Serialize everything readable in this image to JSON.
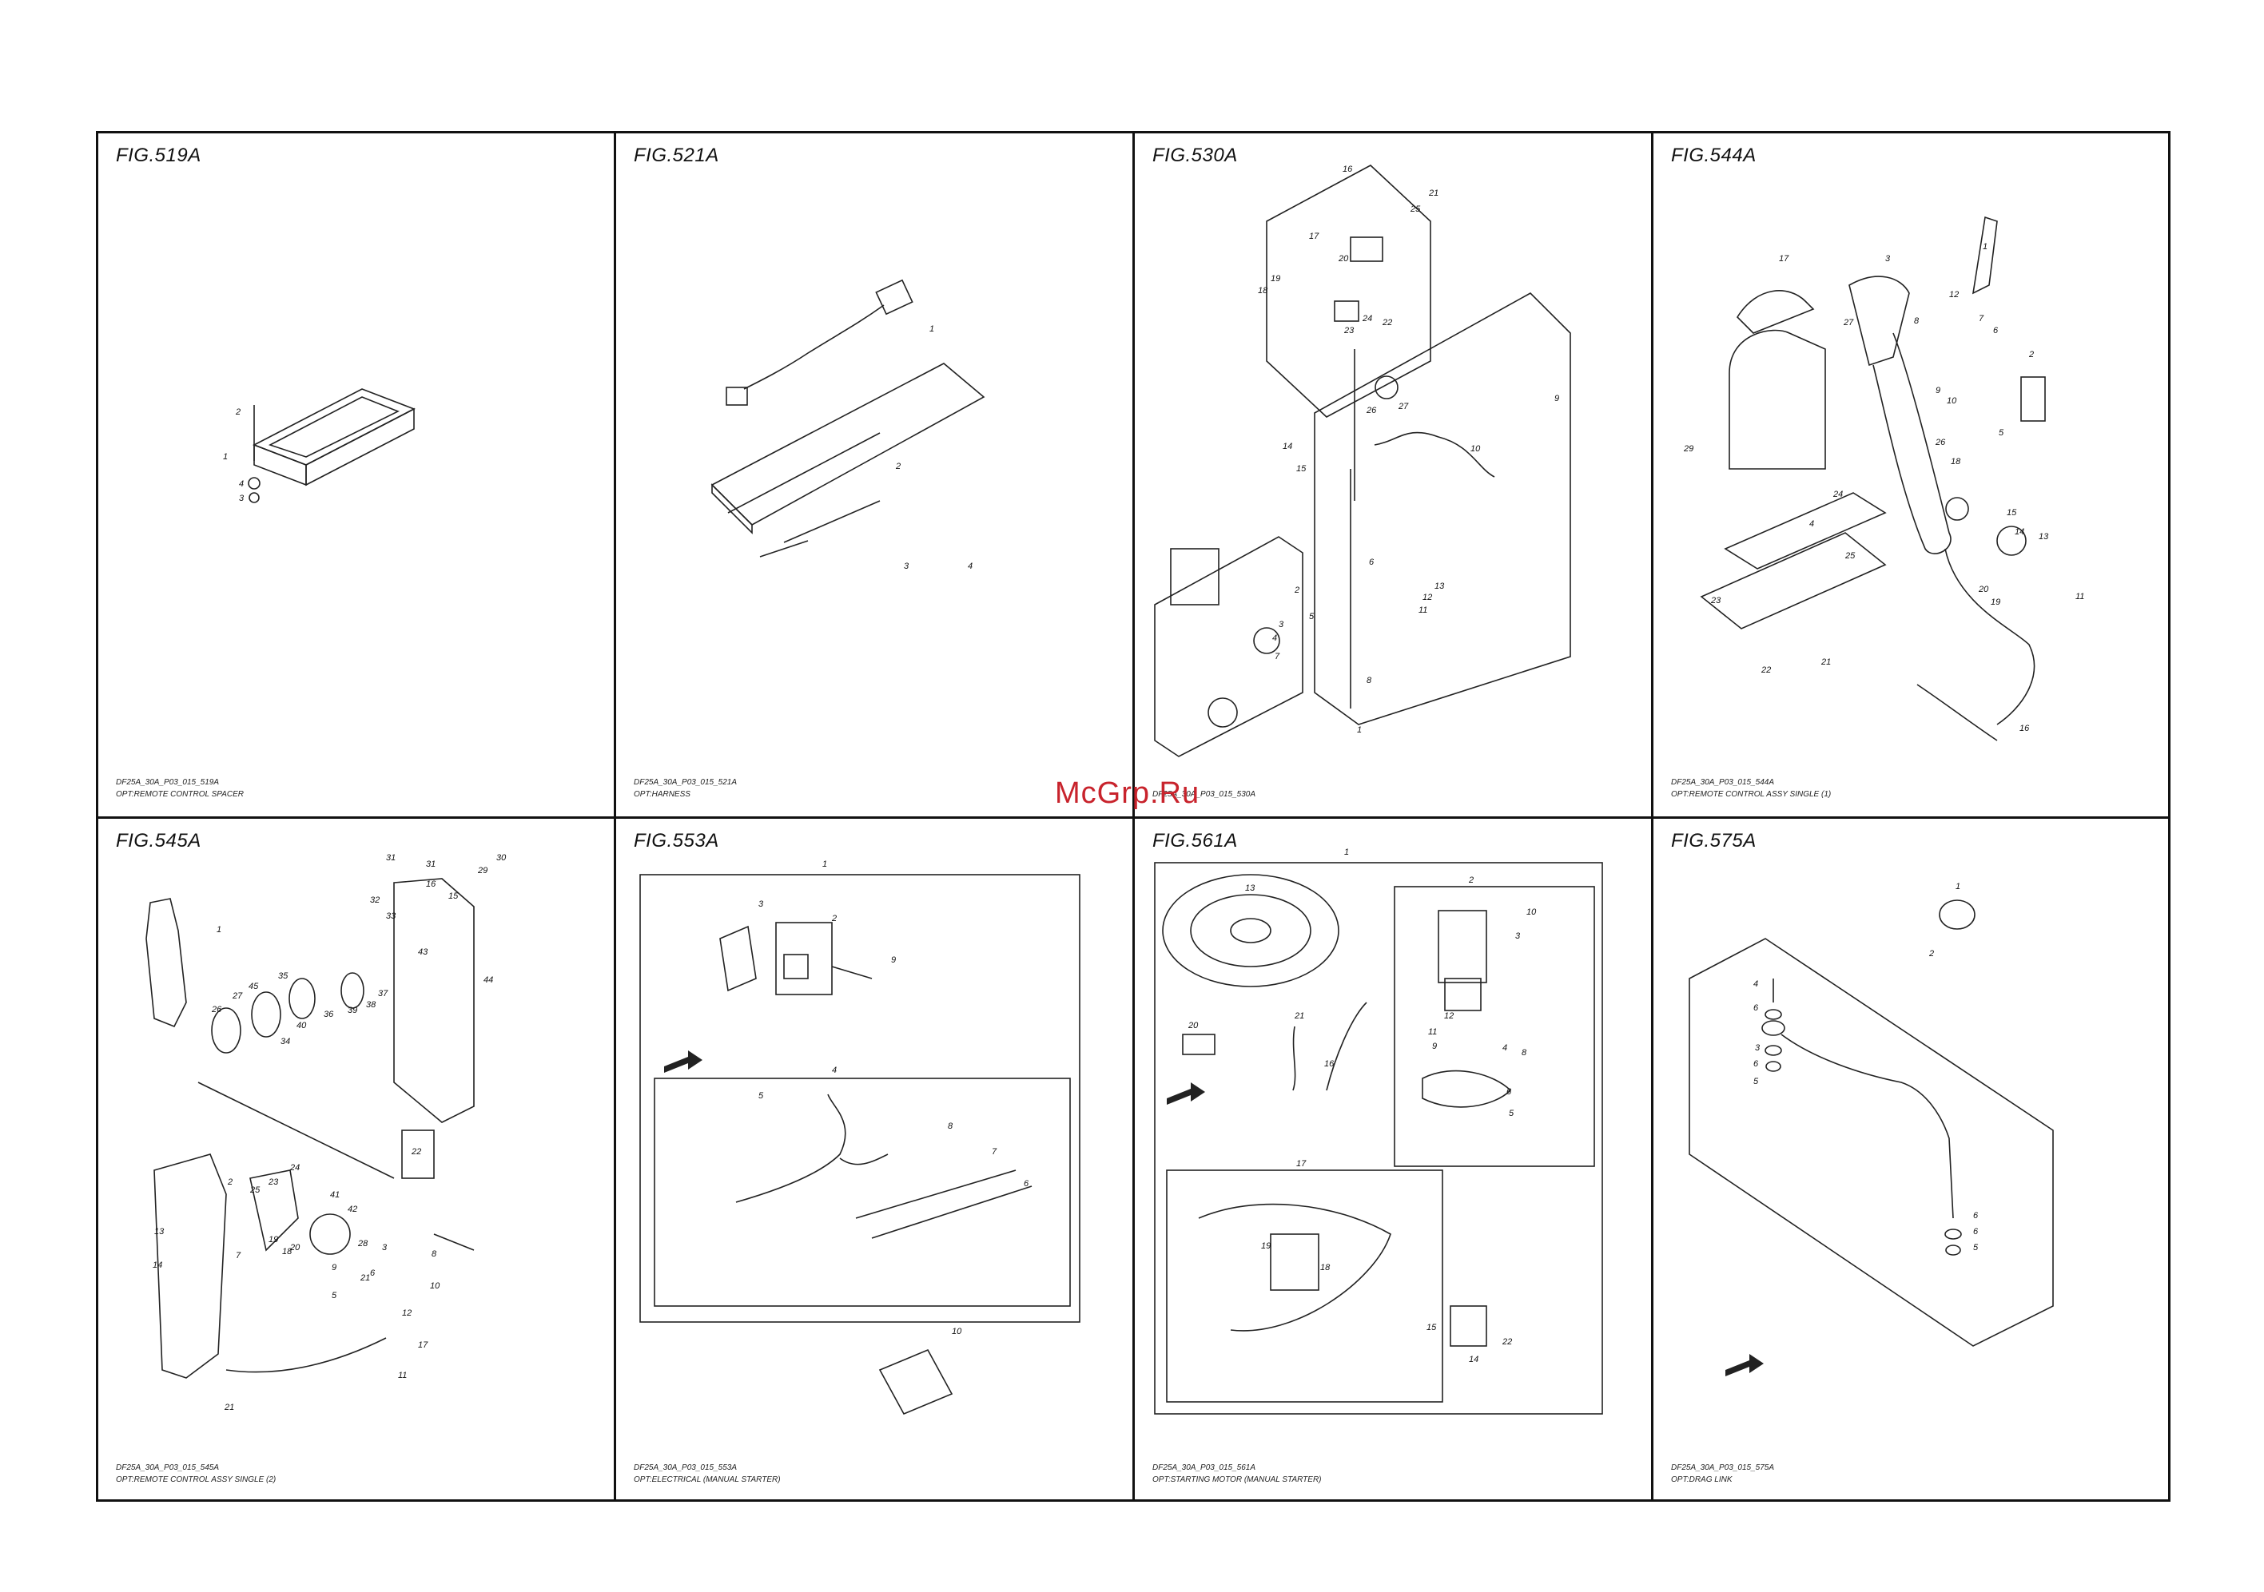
{
  "watermark": "McGrp.Ru",
  "panels": [
    {
      "fig": "FIG.519A",
      "code": "DF25A_30A_P03_015_519A",
      "caption": "OPT:REMOTE CONTROL SPACER",
      "labels": [
        "1",
        "2",
        "3",
        "4"
      ]
    },
    {
      "fig": "FIG.521A",
      "code": "DF25A_30A_P03_015_521A",
      "caption": "OPT:HARNESS",
      "labels": [
        "1",
        "2",
        "3",
        "4"
      ]
    },
    {
      "fig": "FIG.530A",
      "code": "DF25A_30A_P03_015_530A",
      "caption": "",
      "labels": [
        "16",
        "21",
        "25",
        "17",
        "20",
        "19",
        "18",
        "24",
        "22",
        "23",
        "26",
        "27",
        "9",
        "10",
        "14",
        "15",
        "6",
        "13",
        "12",
        "11",
        "2",
        "3",
        "5",
        "4",
        "7",
        "8",
        "1"
      ]
    },
    {
      "fig": "FIG.544A",
      "code": "DF25A_30A_P03_015_544A",
      "caption": "OPT:REMOTE CONTROL ASSY SINGLE (1)",
      "labels": [
        "1",
        "17",
        "3",
        "12",
        "7",
        "6",
        "2",
        "8",
        "27",
        "10",
        "9",
        "5",
        "29",
        "26",
        "18",
        "24",
        "4",
        "15",
        "14",
        "13",
        "11",
        "25",
        "20",
        "19",
        "23",
        "22",
        "21",
        "16"
      ]
    },
    {
      "fig": "FIG.545A",
      "code": "DF25A_30A_P03_015_545A",
      "caption": "OPT:REMOTE CONTROL ASSY SINGLE (2)",
      "labels": [
        "31",
        "31",
        "30",
        "29",
        "32",
        "33",
        "16",
        "15",
        "44",
        "43",
        "1",
        "35",
        "27",
        "45",
        "26",
        "36",
        "39",
        "38",
        "37",
        "40",
        "34",
        "22",
        "24",
        "23",
        "2",
        "25",
        "41",
        "42",
        "13",
        "7",
        "20",
        "19",
        "18",
        "28",
        "21",
        "3",
        "14",
        "6",
        "5",
        "9",
        "10",
        "8",
        "12",
        "17",
        "11",
        "21"
      ]
    },
    {
      "fig": "FIG.553A",
      "code": "DF25A_30A_P03_015_553A",
      "caption": "OPT:ELECTRICAL (MANUAL STARTER)",
      "labels": [
        "1",
        "3",
        "2",
        "9",
        "4",
        "5",
        "8",
        "7",
        "6",
        "10"
      ]
    },
    {
      "fig": "FIG.561A",
      "code": "DF25A_30A_P03_015_561A",
      "caption": "OPT:STARTING MOTOR (MANUAL STARTER)",
      "labels": [
        "1",
        "13",
        "2",
        "10",
        "3",
        "12",
        "11",
        "9",
        "4",
        "8",
        "20",
        "21",
        "16",
        "6",
        "5",
        "17",
        "19",
        "18",
        "15",
        "14",
        "22"
      ]
    },
    {
      "fig": "FIG.575A",
      "code": "DF25A_30A_P03_015_575A",
      "caption": "OPT:DRAG LINK",
      "labels": [
        "1",
        "2",
        "4",
        "6",
        "3",
        "6",
        "5",
        "6",
        "6",
        "5"
      ]
    }
  ]
}
